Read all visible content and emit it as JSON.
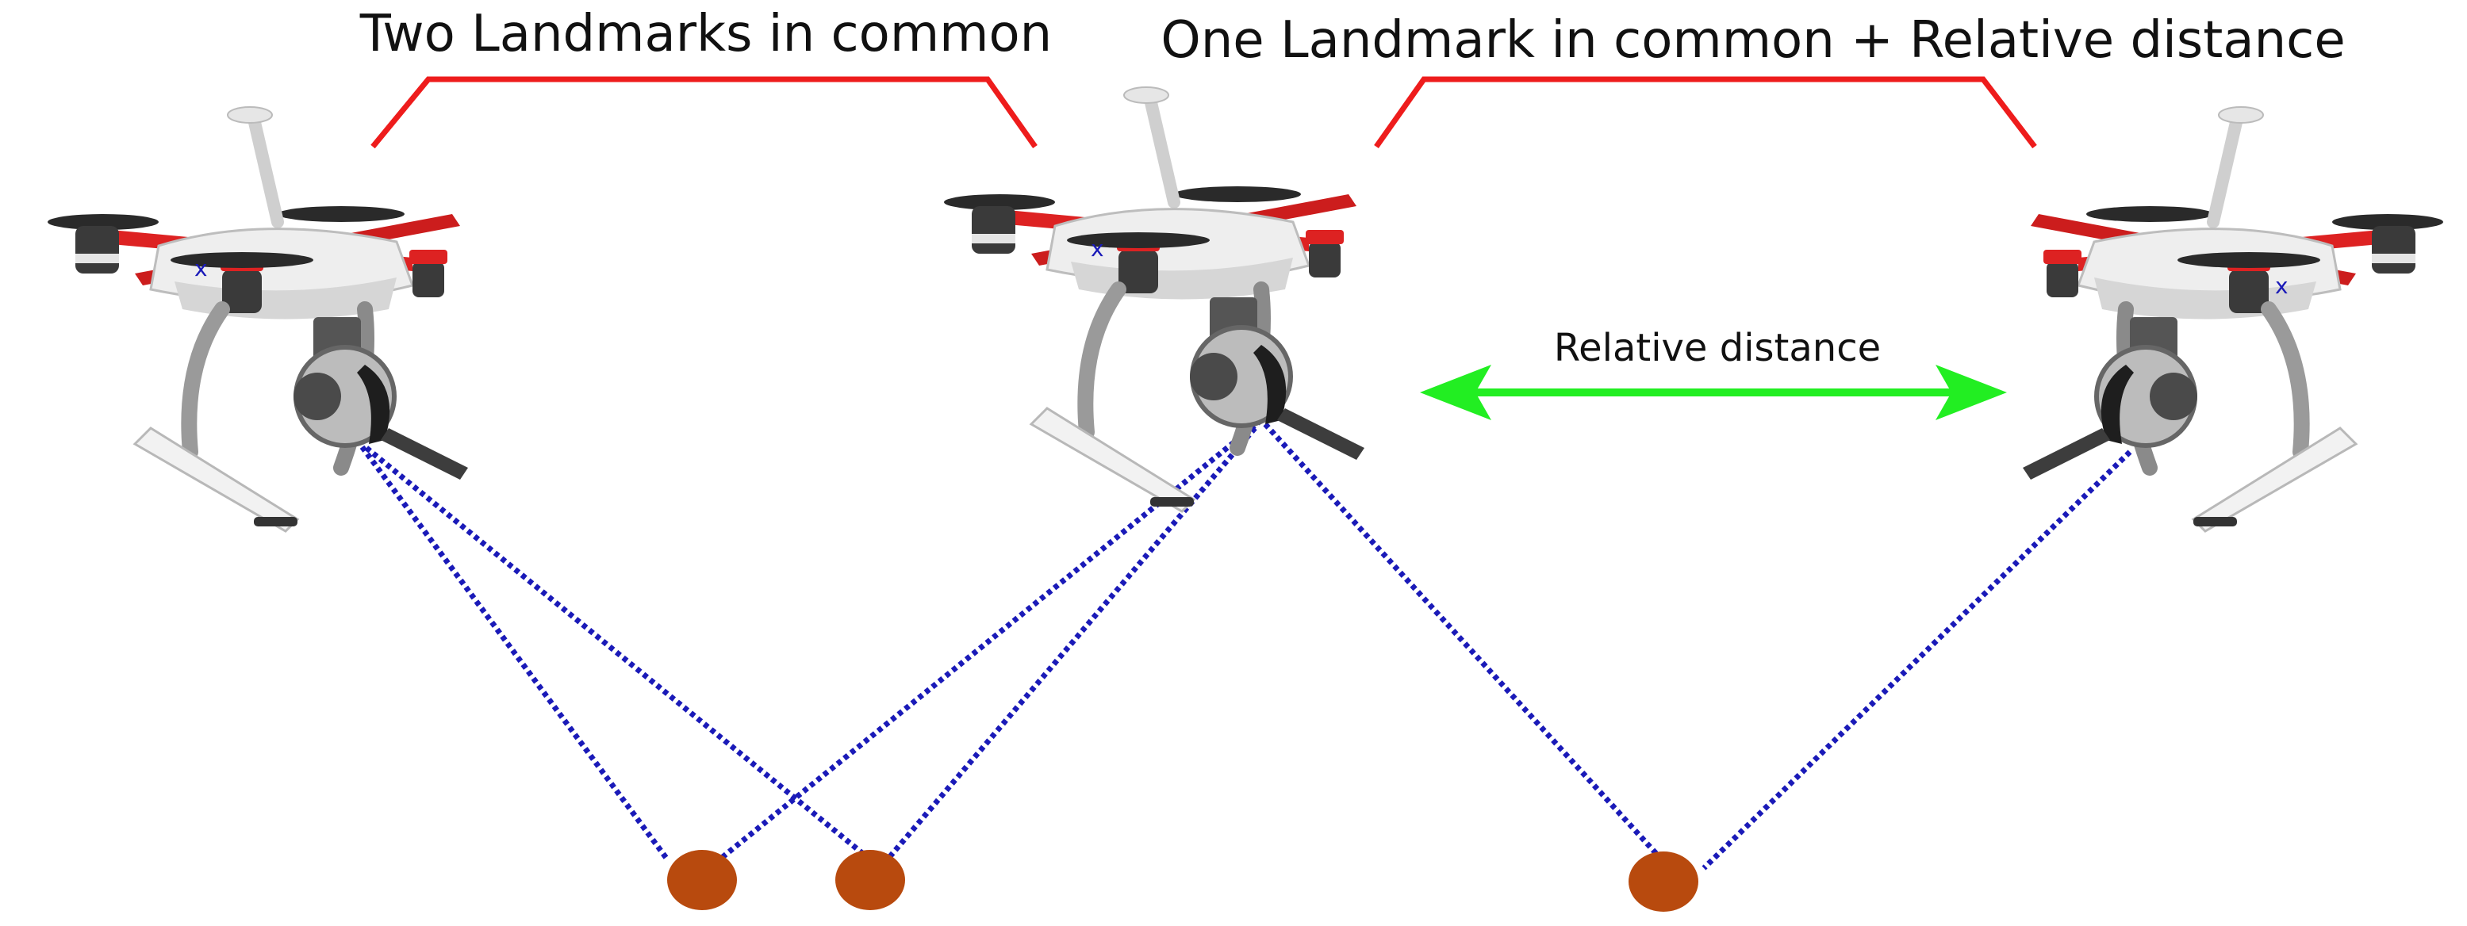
{
  "labels": {
    "two_landmarks": "Two Landmarks in common",
    "one_landmark": "One Landmark in common + Relative distance",
    "relative_distance": "Relative distance",
    "drone_marker": "x"
  },
  "colors": {
    "bracket": "#ee1c1c",
    "sight_line": "#1a1ab8",
    "arrow": "#22ee22",
    "landmark": "#b84a0e",
    "drone_body": "#e8e8e8",
    "drone_arm": "#dd2222",
    "drone_dark": "#3a3a3a"
  },
  "elements": {
    "drones": [
      "drone-left",
      "drone-center",
      "drone-right"
    ],
    "landmarks": [
      "landmark-1",
      "landmark-2",
      "landmark-3"
    ],
    "sight_lines": [
      {
        "from": "drone-left",
        "to": "landmark-1"
      },
      {
        "from": "drone-left",
        "to": "landmark-2"
      },
      {
        "from": "drone-center",
        "to": "landmark-1"
      },
      {
        "from": "drone-center",
        "to": "landmark-2"
      },
      {
        "from": "drone-center",
        "to": "landmark-3"
      },
      {
        "from": "drone-right",
        "to": "landmark-3"
      }
    ]
  }
}
